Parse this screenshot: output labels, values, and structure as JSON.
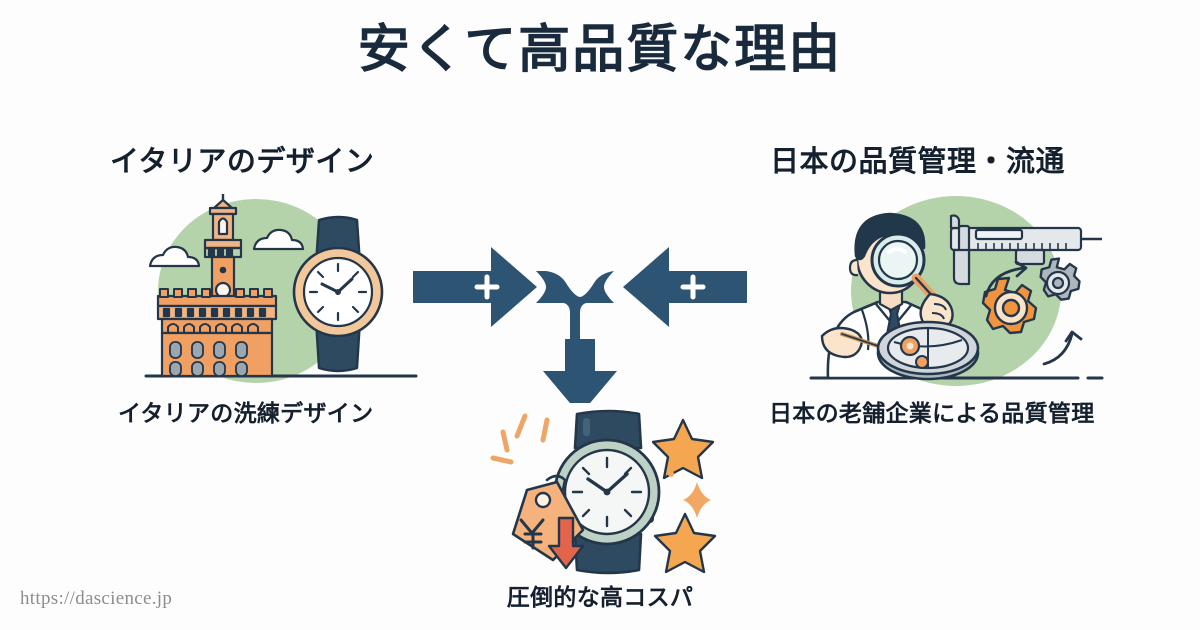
{
  "page": {
    "title": "安くて高品質な理由",
    "background_color": "#fdfdfd",
    "title_color": "#1a2a3d"
  },
  "columns": {
    "left": {
      "heading": "イタリアのデザイン",
      "caption": "イタリアの洗練デザイン",
      "illustration_name": "italy-design-illustration",
      "illustration_elements": [
        "palazzo-vecchio-tower",
        "wristwatch",
        "cloud-left",
        "cloud-right",
        "green-circle-backdrop",
        "ground-line"
      ]
    },
    "right": {
      "heading": "日本の品質管理・流通",
      "caption": "日本の老舗企業による品質管理",
      "illustration_name": "japan-quality-illustration",
      "illustration_elements": [
        "technician-figure",
        "magnifying-glass",
        "watch-movement-tray",
        "vernier-caliper",
        "gear-orange",
        "gear-grey",
        "process-arrow-upper",
        "process-arrow-lower",
        "green-circle-backdrop",
        "ground-line"
      ]
    },
    "bottom": {
      "caption": "圧倒的な高コスパ",
      "illustration_name": "cost-performance-illustration",
      "illustration_elements": [
        "wristwatch",
        "price-tag-yen",
        "price-down-arrow",
        "star-upper",
        "star-lower",
        "sparkle",
        "shine-rays"
      ],
      "price_tag_symbol": "¥"
    }
  },
  "funnel": {
    "name": "merge-funnel-diagram",
    "arrow_color": "#2e5474",
    "left_arrow": {
      "label": "+",
      "direction": "right"
    },
    "right_arrow": {
      "label": "+",
      "direction": "left"
    },
    "down_arrow": {
      "direction": "down"
    }
  },
  "colors": {
    "accent_navy": "#2e5474",
    "dark_navy": "#1a2a3d",
    "green_backdrop": "#b5d3ab",
    "orange": "#f0a062",
    "orange_deep": "#ef8b3c",
    "tan": "#f2b483",
    "grey": "#c9ced3",
    "red": "#e2644a",
    "white": "#ffffff"
  },
  "watermark": {
    "url": "https://dascience.jp"
  }
}
